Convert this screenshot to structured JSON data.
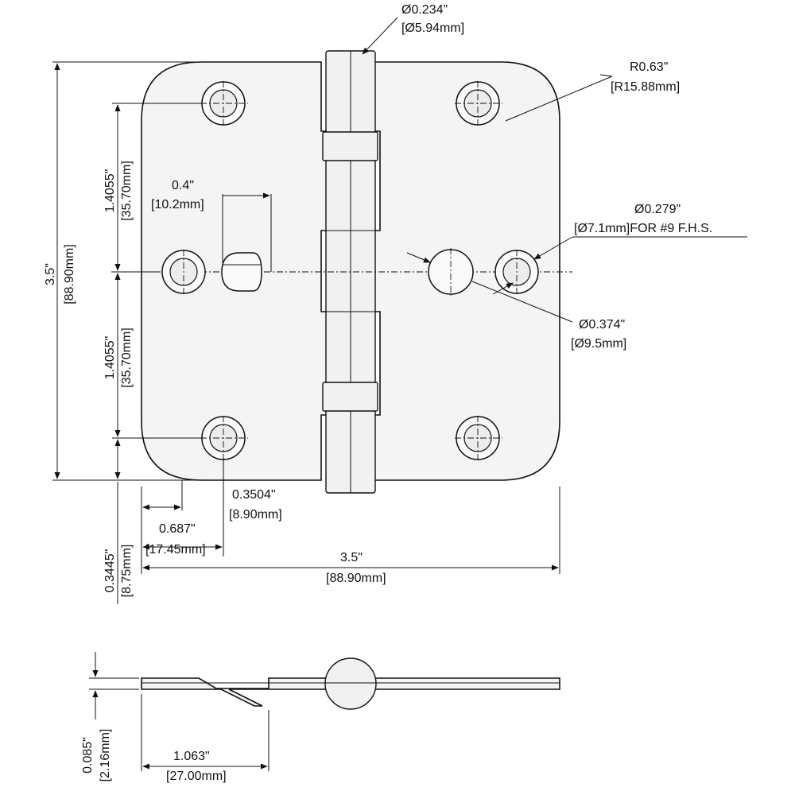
{
  "drawing": {
    "pin_diameter": {
      "in": "Ø0.234\"",
      "mm": "[Ø5.94mm]"
    },
    "corner_radius": {
      "in": "R0.63\"",
      "mm": "[R15.88mm]"
    },
    "screw_hole": {
      "in": "Ø0.279\"",
      "mm": "[Ø7.1mm]FOR #9 F.H.S."
    },
    "pin_hole": {
      "in": "Ø0.374\"",
      "mm": "[Ø9.5mm]"
    },
    "slot_width": {
      "in": "0.4\"",
      "mm": "[10.2mm]"
    },
    "hole_spacing_upper": {
      "in": "1.4055\"",
      "mm": "[35.70mm]"
    },
    "hole_spacing_lower": {
      "in": "1.4055\"",
      "mm": "[35.70mm]"
    },
    "overall_height": {
      "in": "3.5\"",
      "mm": "[88.90mm]"
    },
    "edge_to_hole_vertical": {
      "in": "0.3445\"",
      "mm": "[8.75mm]"
    },
    "edge_to_slot": {
      "in": "0.3504\"",
      "mm": "[8.90mm]"
    },
    "edge_to_hole_horizontal": {
      "in": "0.687\"",
      "mm": "[17.45mm]"
    },
    "overall_width": {
      "in": "3.5\"",
      "mm": "[88.90mm]"
    },
    "leaf_thickness": {
      "in": "0.085\"",
      "mm": "[2.16mm]"
    },
    "offset_length": {
      "in": "1.063\"",
      "mm": "[27.00mm]"
    }
  }
}
